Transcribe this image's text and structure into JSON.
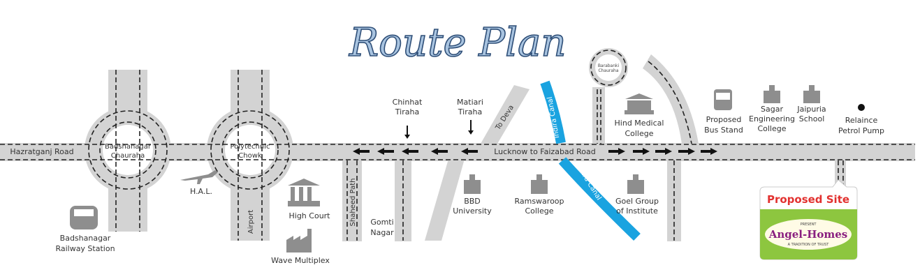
{
  "title": "Route Plan",
  "roads": {
    "main": "Lucknow to Faizabad Road",
    "west": "Hazratganj Road",
    "airport": "Airport",
    "shaheed_path": "Shaheed Path",
    "to_deva": "To Deva",
    "canal_north": "Indira Canal",
    "canal_south": "Indira Canal"
  },
  "roundabouts": [
    {
      "lines": [
        "Badshanagar",
        "Chauraha"
      ]
    },
    {
      "lines": [
        "Polytechnic",
        "Chowk"
      ]
    },
    {
      "lines": [
        "Barabanki",
        "Chauraha"
      ]
    }
  ],
  "landmarks": {
    "railway": [
      "Badshanagar",
      "Railway Station"
    ],
    "hal": [
      "H.A.L."
    ],
    "high_court": [
      "High Court"
    ],
    "wave": [
      "Wave Multiplex"
    ],
    "gomti": [
      "Gomti",
      "Nagar"
    ],
    "chinhat": [
      "Chinhat",
      "Tiraha"
    ],
    "matiari": [
      "Matiari",
      "Tiraha"
    ],
    "bbd": [
      "BBD",
      "University"
    ],
    "ramswaroop": [
      "Ramswaroop",
      "College"
    ],
    "goel": [
      "Goel Group",
      "of Institute"
    ],
    "hind": [
      "Hind Medical",
      "College"
    ],
    "bus": [
      "Proposed",
      "Bus Stand"
    ],
    "sagar": [
      "Sagar",
      "Engineering",
      "College"
    ],
    "jaipuria": [
      "Jaipuria",
      "School"
    ],
    "petrol": [
      "Relaince",
      "Petrol Pump"
    ]
  },
  "site": {
    "label": "Proposed Site",
    "presents": "PRESENT",
    "brand": "Angel-Homes",
    "tagline": "A TRADITION OF TRUST",
    "colors": {
      "label": "#e2312f",
      "panel": "#8dc63f",
      "brand": "#8a2080"
    }
  },
  "colors": {
    "road": "#d3d3d3",
    "canal": "#1aa3e0",
    "title": "#a9c4e0"
  }
}
